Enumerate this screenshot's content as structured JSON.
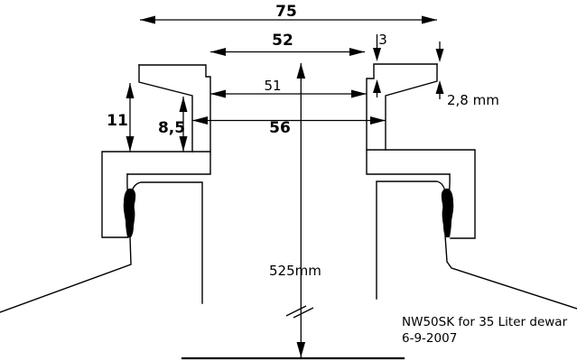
{
  "drawing": {
    "title": "NW50SK for 35 Liter dewar",
    "date": "6-9-2007",
    "dims": {
      "overall_width": "75",
      "upper_width": "52",
      "lip_height": "3",
      "inner_width_51": "51",
      "inner_width_56": "56",
      "recess_depth_outer": "11",
      "recess_depth_inner": "8,5",
      "seal_depth": "2,8 mm",
      "overall_height": "525mm"
    },
    "colors": {
      "ink": "#000000",
      "paper": "#ffffff"
    }
  }
}
